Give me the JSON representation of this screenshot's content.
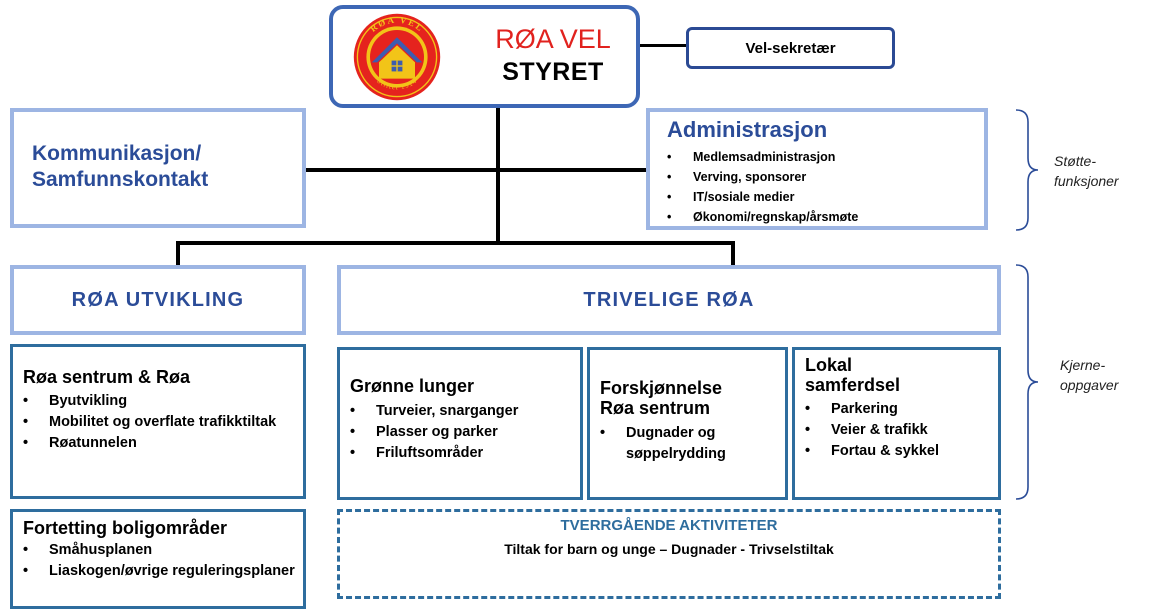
{
  "board": {
    "line1": "RØA VEL",
    "line2": "STYRET"
  },
  "logo": {
    "text_top": "RØA VEL",
    "text_bottom": "Stiftet 1914",
    "colors": {
      "outer": "#e5231e",
      "ring": "#f2c418",
      "inner": "#e5231e",
      "house": "#f2c418",
      "roof": "#3d5cb0"
    }
  },
  "secretary": {
    "label": "Vel-sekretær"
  },
  "communication": {
    "title_line1": "Kommunikasjon/",
    "title_line2": "Samfunnskontakt"
  },
  "administration": {
    "title": "Administrasjon",
    "items": [
      "Medlemsadministrasjon",
      "Verving, sponsorer",
      "IT/sosiale medier",
      "Økonomi/regnskap/årsmøte"
    ]
  },
  "support_brace": {
    "line1": "Støtte-",
    "line2": "funksjoner"
  },
  "core_brace": {
    "line1": "Kjerne-",
    "line2": "oppgaver"
  },
  "roa_utvikling": {
    "title": "RØA UTVIKLING"
  },
  "trivelige_roa": {
    "title": "TRIVELIGE RØA"
  },
  "roa_sentrum": {
    "title": "Røa sentrum & Røa",
    "items": [
      "Byutvikling",
      "Mobilitet og overflate trafikktiltak",
      "Røatunnelen"
    ]
  },
  "fortetting": {
    "title": "Fortetting boligområder",
    "items": [
      "Småhusplanen",
      "Liaskogen/øvrige reguleringsplaner"
    ]
  },
  "gronne_lunger": {
    "title": "Grønne lunger",
    "items": [
      "Turveier, snarganger",
      "Plasser og parker",
      "Friluftsområder"
    ]
  },
  "forskjonnelse": {
    "title_line1": "Forskjønnelse",
    "title_line2": "Røa sentrum",
    "items": [
      "Dugnader og søppelrydding"
    ]
  },
  "lokal_samferdsel": {
    "title_line1": "Lokal",
    "title_line2": "samferdsel",
    "items": [
      "Parkering",
      "Veier & trafikk",
      "Fortau & sykkel"
    ]
  },
  "tverrgaende": {
    "title": "TVERRGÅENDE AKTIVITETER",
    "text": "Tiltak for barn og unge – Dugnader - Trivselstiltak"
  },
  "colors": {
    "dark_blue": "#2b4c98",
    "light_border": "#9db5e3",
    "task_border": "#2e6d9e",
    "accent_red": "#e1221e"
  }
}
